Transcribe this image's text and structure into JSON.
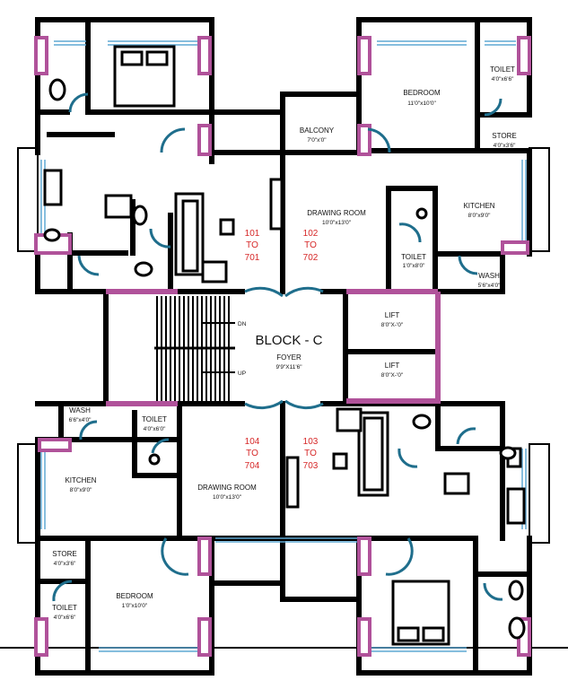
{
  "block_title": "BLOCK - C",
  "foyer": {
    "name": "FOYER",
    "size": "9'9\"X11'6\""
  },
  "stair": {
    "down": "DN",
    "up": "UP"
  },
  "lifts": [
    {
      "name": "LIFT",
      "size": "8'0\"X-'0\""
    },
    {
      "name": "LIFT",
      "size": "8'0\"X-'0\""
    }
  ],
  "units": [
    {
      "from": "101",
      "to_word": "TO",
      "to": "701"
    },
    {
      "from": "102",
      "to_word": "TO",
      "to": "702"
    },
    {
      "from": "104",
      "to_word": "TO",
      "to": "704"
    },
    {
      "from": "103",
      "to_word": "TO",
      "to": "703"
    }
  ],
  "rooms": {
    "bedroom_tr": {
      "name": "BEDROOM",
      "size": "11'0\"x10'0\""
    },
    "toilet_tr": {
      "name": "TOILET",
      "size": "4'0\"x6'6\""
    },
    "store_tr": {
      "name": "STORE",
      "size": "4'0\"x3'6\""
    },
    "balcony": {
      "name": "BALCONY",
      "size": "7'0\"x'0\""
    },
    "drawing_top": {
      "name": "DRAWING ROOM",
      "size": "10'0\"x13'0\""
    },
    "kitchen_tr": {
      "name": "KITCHEN",
      "size": "8'0\"x9'0\""
    },
    "toilet_tr2": {
      "name": "TOILET",
      "size": "1'0\"x8'0\""
    },
    "wash_tr": {
      "name": "WASH",
      "size": "5'6\"x4'0\""
    },
    "wash_bl": {
      "name": "WASH",
      "size": "6'6\"x4'0\""
    },
    "toilet_bl": {
      "name": "TOILET",
      "size": "4'0\"x6'0\""
    },
    "kitchen_bl": {
      "name": "KITCHEN",
      "size": "8'0\"x9'0\""
    },
    "drawing_bottom": {
      "name": "DRAWING ROOM",
      "size": "10'0\"x13'0\""
    },
    "store_bl": {
      "name": "STORE",
      "size": "4'0\"x3'6\""
    },
    "bedroom_bl": {
      "name": "BEDROOM",
      "size": "1'0\"x10'0\""
    },
    "toilet_bl2": {
      "name": "TOILET",
      "size": "4'0\"x6'6\""
    }
  },
  "colors": {
    "wall": "#000000",
    "column": "#b0529a",
    "door": "#1f6e8c",
    "window": "#5fa8d3",
    "unit_label": "#d62828"
  }
}
